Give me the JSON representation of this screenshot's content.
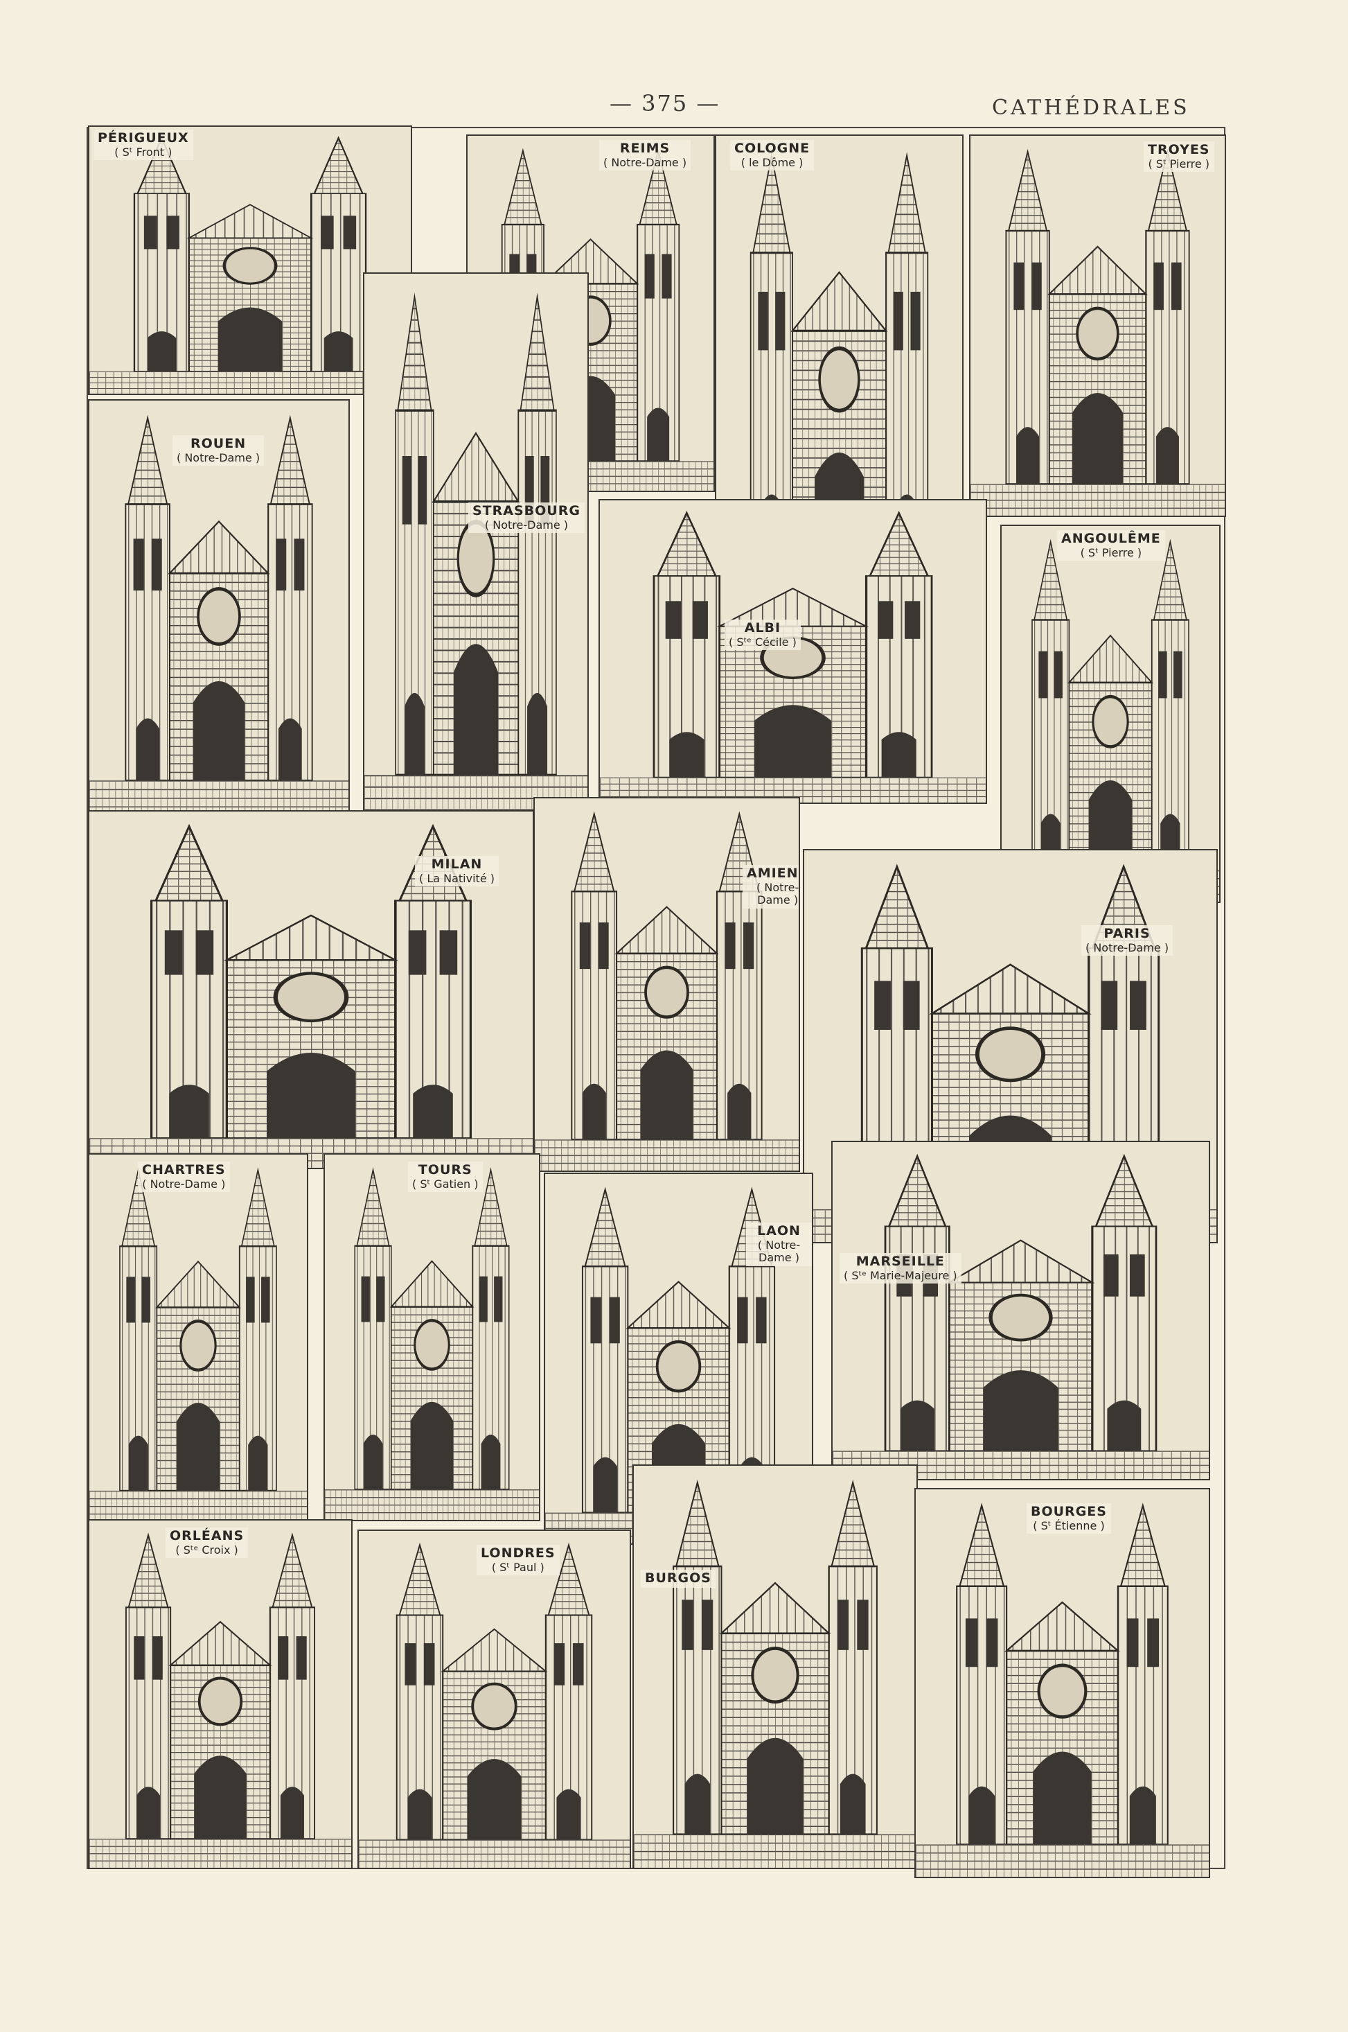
{
  "header": {
    "page_number": "— 375 —",
    "title": "CATHÉDRALES"
  },
  "cathedrals": [
    {
      "city": "PÉRIGUEUX",
      "name": "( Sᵗ Front )"
    },
    {
      "city": "REIMS",
      "name": "( Notre-Dame )"
    },
    {
      "city": "COLOGNE",
      "name": "( le Dôme )"
    },
    {
      "city": "TROYES",
      "name": "( Sᵗ Pierre )"
    },
    {
      "city": "ROUEN",
      "name": "( Notre-Dame )"
    },
    {
      "city": "STRASBOURG",
      "name": "( Notre-Dame )"
    },
    {
      "city": "ALBI",
      "name": "( Sᵗᵉ Cécile )"
    },
    {
      "city": "ANGOULÊME",
      "name": "( Sᵗ Pierre )"
    },
    {
      "city": "MILAN",
      "name": "( La Nativité )"
    },
    {
      "city": "AMIENS",
      "name": "( Notre-Dame )"
    },
    {
      "city": "PARIS",
      "name": "( Notre-Dame )"
    },
    {
      "city": "CHARTRES",
      "name": "( Notre-Dame )"
    },
    {
      "city": "TOURS",
      "name": "( Sᵗ Gatien )"
    },
    {
      "city": "LAON",
      "name": "( Notre-Dame )"
    },
    {
      "city": "MARSEILLE",
      "name": "( Sᵗᵉ Marie-Majeure )"
    },
    {
      "city": "ORLÉANS",
      "name": "( Sᵗᵉ Croix )"
    },
    {
      "city": "LONDRES",
      "name": "( Sᵗ Paul )"
    },
    {
      "city": "BURGOS",
      "name": ""
    },
    {
      "city": "BOURGES",
      "name": "( Sᵗ Étienne )"
    }
  ]
}
